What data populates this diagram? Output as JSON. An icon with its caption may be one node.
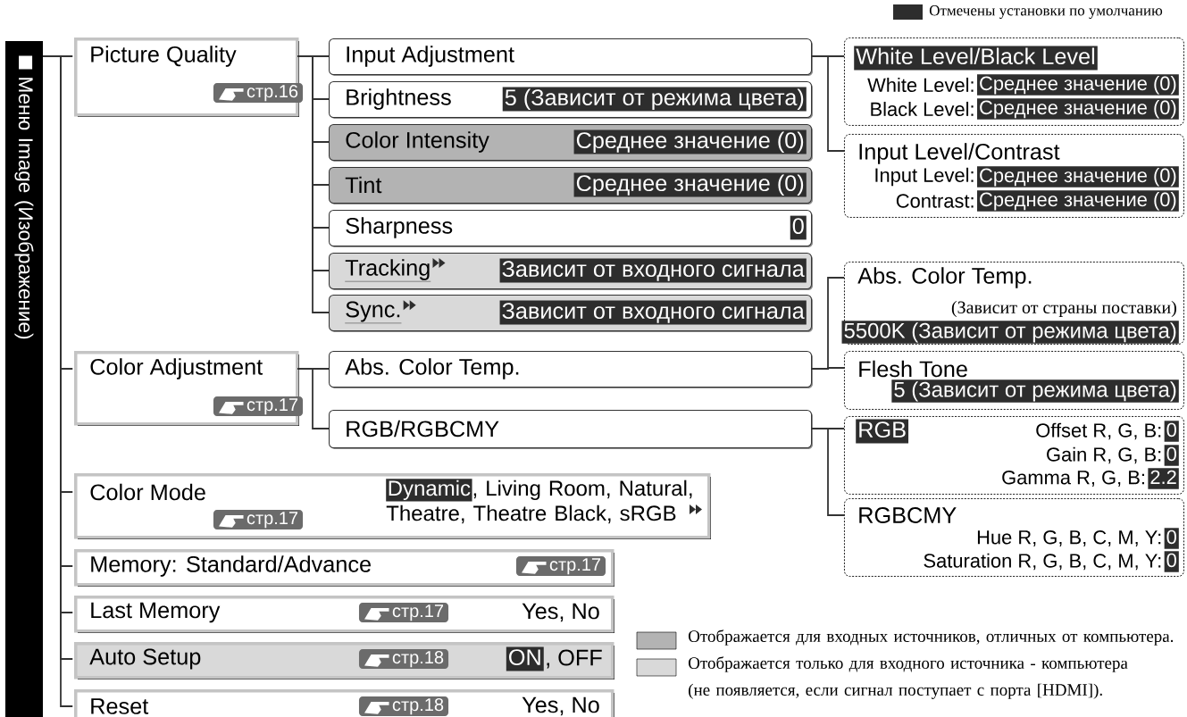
{
  "diagram": {
    "nodes": [
      {
        "text": [
          "Меню Image (Изображение)"
        ]
      },
      {
        "text": [
          "Picture Quality",
          "стр.16"
        ]
      },
      {
        "text": [
          "Color Adjustment",
          "стр.17"
        ]
      },
      {
        "text": [
          "Color Mode",
          "стр.17",
          "Dynamic",
          ", Living Room, Natural, Theatre, Theatre Black, sRGB"
        ]
      },
      {
        "text": [
          "Memory: Standard/Advance",
          "стр.17"
        ]
      },
      {
        "text": [
          "Last Memory",
          "стр.17",
          "Yes, No"
        ]
      },
      {
        "text": [
          "Auto Setup",
          "стр.18",
          "ON",
          ", OFF"
        ]
      },
      {
        "text": [
          "Reset",
          "стр.18",
          "Yes, No"
        ]
      },
      {
        "text": [
          "Input Adjustment"
        ]
      },
      {
        "text": [
          "Brightness",
          "5 (Зависит от режима цвета)"
        ]
      },
      {
        "text": [
          "Color Intensity",
          "Среднее значение (0)"
        ]
      },
      {
        "text": [
          "Tint",
          "Среднее значение (0)"
        ]
      },
      {
        "text": [
          "Sharpness",
          "0"
        ]
      },
      {
        "text": [
          "Tracking",
          "Зависит от входного сигнала"
        ]
      },
      {
        "text": [
          "Sync.",
          "Зависит от входного сигнала"
        ]
      },
      {
        "text": [
          "Abs. Color Temp."
        ]
      },
      {
        "text": [
          "RGB/RGBCMY"
        ]
      },
      {
        "text": [
          "White Level/Black Level",
          "White Level:",
          "Среднее значение (0)",
          "Black Level:",
          "Среднее значение (0)"
        ]
      },
      {
        "text": [
          "Input Level/Contrast",
          "Input Level:",
          "Среднее значение (0)",
          "Contrast:",
          "Среднее значение (0)"
        ]
      },
      {
        "text": [
          "Abs. Color Temp.",
          "(Зависит от страны поставки)",
          "5500K (Зависит от режима цвета)"
        ]
      },
      {
        "text": [
          "Flesh Tone",
          "5 (Зависит от режима цвета)"
        ]
      },
      {
        "text": [
          "RGB",
          "Offset R, G, B:",
          "0",
          "Gain R, G, B:",
          "0",
          "Gamma R, G, B:",
          "2.2"
        ]
      },
      {
        "text": [
          "RGBCMY",
          "Hue R, G, B, C, M, Y:",
          "0",
          "Saturation R, G, B, C, M, Y:",
          "0"
        ]
      }
    ],
    "edges": [
      {
        "from": 0,
        "to": 1,
        "arrow": "none"
      },
      {
        "from": 0,
        "to": 2,
        "arrow": "none"
      },
      {
        "from": 0,
        "to": 3,
        "arrow": "none"
      },
      {
        "from": 0,
        "to": 4,
        "arrow": "none"
      },
      {
        "from": 0,
        "to": 5,
        "arrow": "none"
      },
      {
        "from": 0,
        "to": 6,
        "arrow": "none"
      },
      {
        "from": 0,
        "to": 7,
        "arrow": "none"
      },
      {
        "from": 1,
        "to": 8,
        "arrow": "none"
      },
      {
        "from": 1,
        "to": 9,
        "arrow": "none"
      },
      {
        "from": 1,
        "to": 10,
        "arrow": "none"
      },
      {
        "from": 1,
        "to": 11,
        "arrow": "none"
      },
      {
        "from": 1,
        "to": 12,
        "arrow": "none"
      },
      {
        "from": 1,
        "to": 13,
        "arrow": "none"
      },
      {
        "from": 1,
        "to": 14,
        "arrow": "none"
      },
      {
        "from": 2,
        "to": 15,
        "arrow": "none"
      },
      {
        "from": 2,
        "to": 16,
        "arrow": "none"
      },
      {
        "from": 8,
        "to": 17,
        "arrow": "none"
      },
      {
        "from": 8,
        "to": 18,
        "arrow": "none"
      },
      {
        "from": 15,
        "to": 19,
        "arrow": "none"
      },
      {
        "from": 15,
        "to": 20,
        "arrow": "none"
      },
      {
        "from": 16,
        "to": 21,
        "arrow": "none"
      },
      {
        "from": 16,
        "to": 22,
        "arrow": "none"
      }
    ],
    "legend": [
      {
        "text": "Отмечены установки по умолчанию",
        "color": "#2d2d2d"
      },
      {
        "text": "Отображается для входных источников, отличных от компьютера.",
        "color": "#b3b3b3"
      },
      {
        "text": "Отображается только для входного источника - компьютера (не появляется, если сигнал поступает с порта [HDMI]).",
        "color": "#d9d9d9"
      }
    ]
  }
}
